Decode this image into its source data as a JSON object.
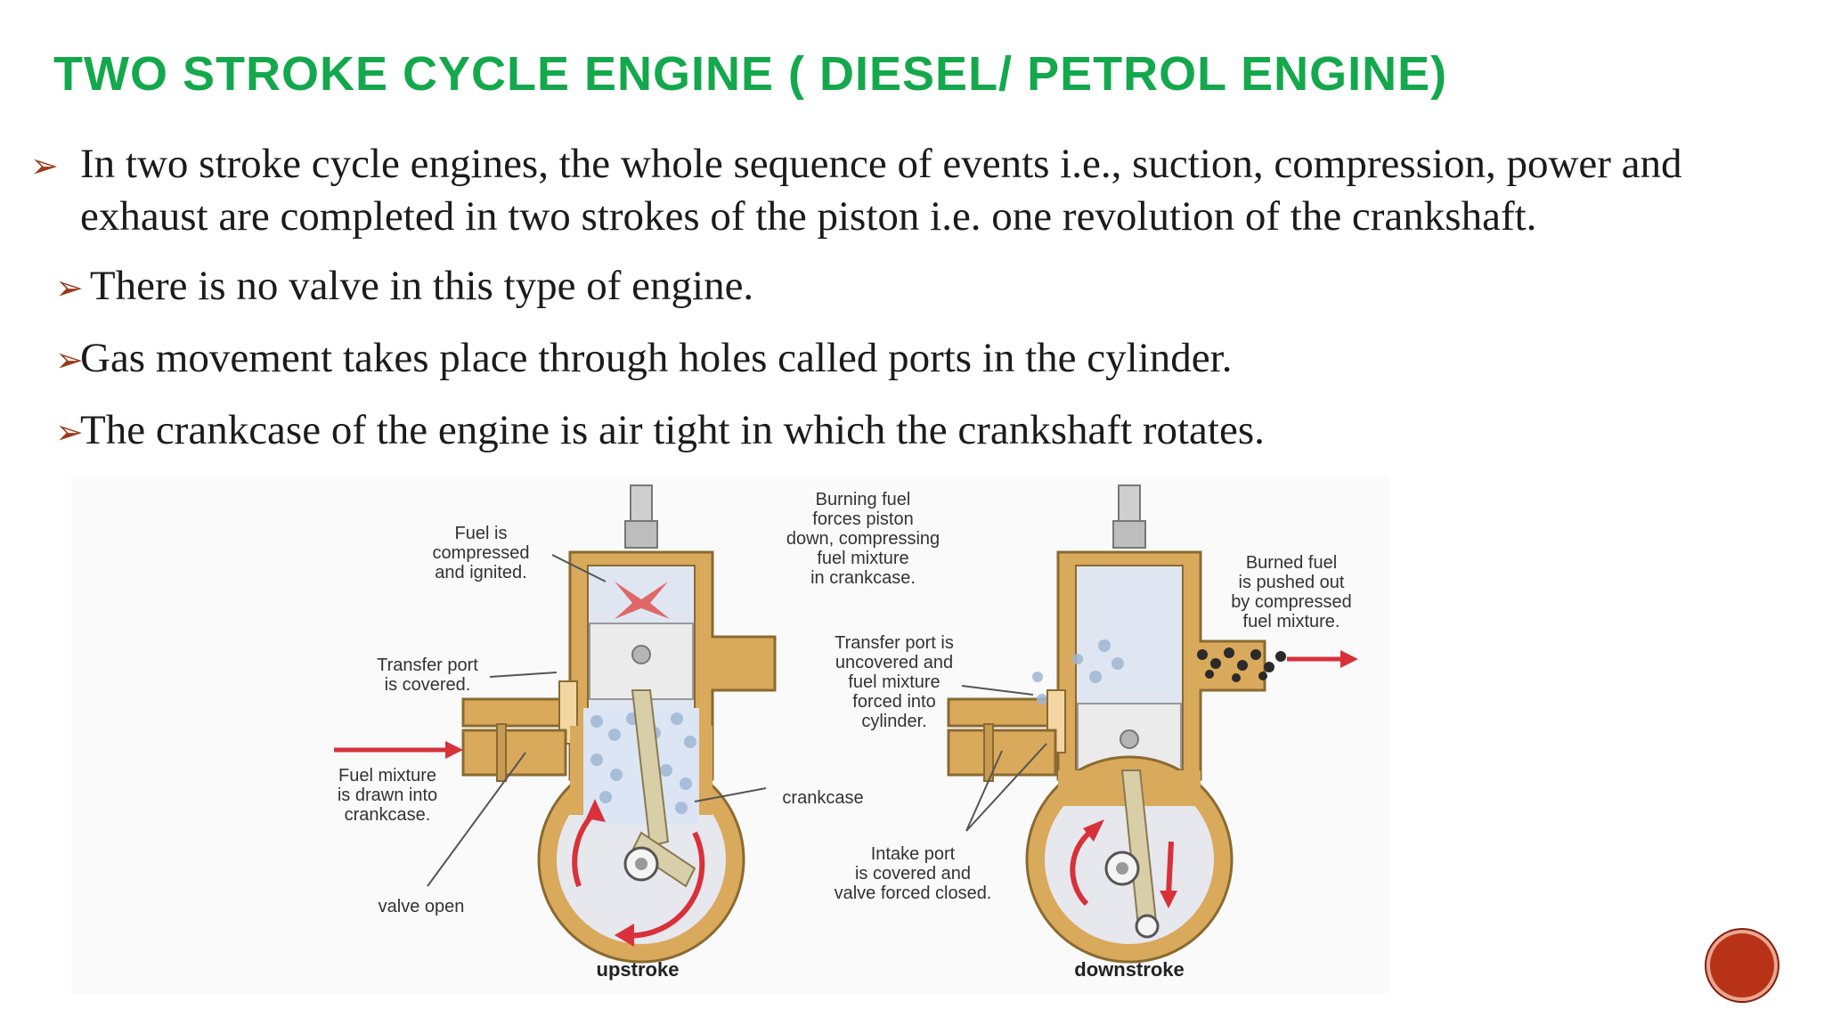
{
  "slide": {
    "title": "TWO STROKE CYCLE ENGINE ( DIESEL/ PETROL ENGINE)",
    "bullets": [
      "In two stroke cycle engines, the whole sequence of events i.e., suction, compression, power and exhaust are completed in two strokes of the piston i.e. one revolution of the crankshaft.",
      " There is no valve in this type of engine.",
      "Gas movement takes place through holes called ports in the cylinder.",
      "The crankcase of the engine is air tight in which the crankshaft rotates."
    ],
    "bullet_marker": "➢"
  },
  "diagram": {
    "upstroke": {
      "caption": "upstroke",
      "labels": {
        "compressed_l1": "Fuel is",
        "compressed_l2": "compressed",
        "compressed_l3": "and ignited.",
        "transfer_l1": "Transfer port",
        "transfer_l2": "is covered.",
        "fuel_l1": "Fuel mixture",
        "fuel_l2": "is drawn into",
        "fuel_l3": "crankcase.",
        "valve": "valve open"
      }
    },
    "middle": {
      "burning_l1": "Burning fuel",
      "burning_l2": "forces piston",
      "burning_l3": "down, compressing",
      "burning_l4": "fuel mixture",
      "burning_l5": "in crankcase.",
      "tport_l1": "Transfer port is",
      "tport_l2": "uncovered and",
      "tport_l3": "fuel mixture",
      "tport_l4": "forced into",
      "tport_l5": "cylinder.",
      "crankcase": "crankcase",
      "intake_l1": "Intake port",
      "intake_l2": "is covered and",
      "intake_l3": "valve forced closed."
    },
    "downstroke": {
      "caption": "downstroke",
      "burned_l1": "Burned fuel",
      "burned_l2": "is pushed out",
      "burned_l3": "by compressed",
      "burned_l4": "fuel mixture."
    }
  },
  "colors": {
    "title": "#14a84c",
    "bullet_marker": "#9a3a1b",
    "engine_body": "#d9a95c",
    "arrow": "#d8313a",
    "nav_button": "#b83218"
  }
}
